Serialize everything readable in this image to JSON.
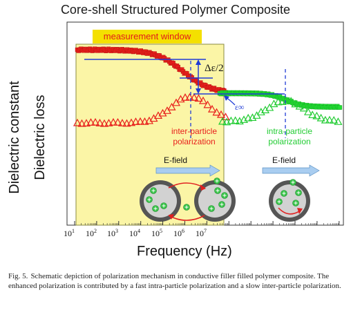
{
  "figure": {
    "title": "Core-shell Structured Polymer Composite",
    "ylabel_left": "Dielectric constant",
    "ylabel_right": "Dielectric loss",
    "xlabel": "Frequency (Hz)",
    "measurement_window": "measurement window",
    "delta_eps": "Δε/2",
    "eps_inf": "ε∞",
    "inter_label_1": "inter-particle",
    "inter_label_2": "polarization",
    "intra_label_1": "intra-particle",
    "intra_label_2": "polarization",
    "efield_1": "E-field",
    "efield_2": "E-field",
    "colors": {
      "window": "#fbf5a6",
      "window_tag": "#f4e000",
      "red": "#e8201c",
      "green": "#22cc33",
      "blue": "#1f3bd6",
      "arrow": "#a9cdf0"
    }
  },
  "ticks": [
    {
      "base": "10",
      "exp": "1"
    },
    {
      "base": "10",
      "exp": "2"
    },
    {
      "base": "10",
      "exp": "3"
    },
    {
      "base": "10",
      "exp": "4"
    },
    {
      "base": "10",
      "exp": "5"
    },
    {
      "base": "10",
      "exp": "6"
    },
    {
      "base": "10",
      "exp": "7"
    }
  ],
  "caption": {
    "label": "Fig. 5.",
    "text": "Schematic depiction of polarization mechanism in conductive filler filled polymer composite. The enhanced polarization is contributed by a fast intra-particle polarization and a slow inter-particle polarization."
  }
}
